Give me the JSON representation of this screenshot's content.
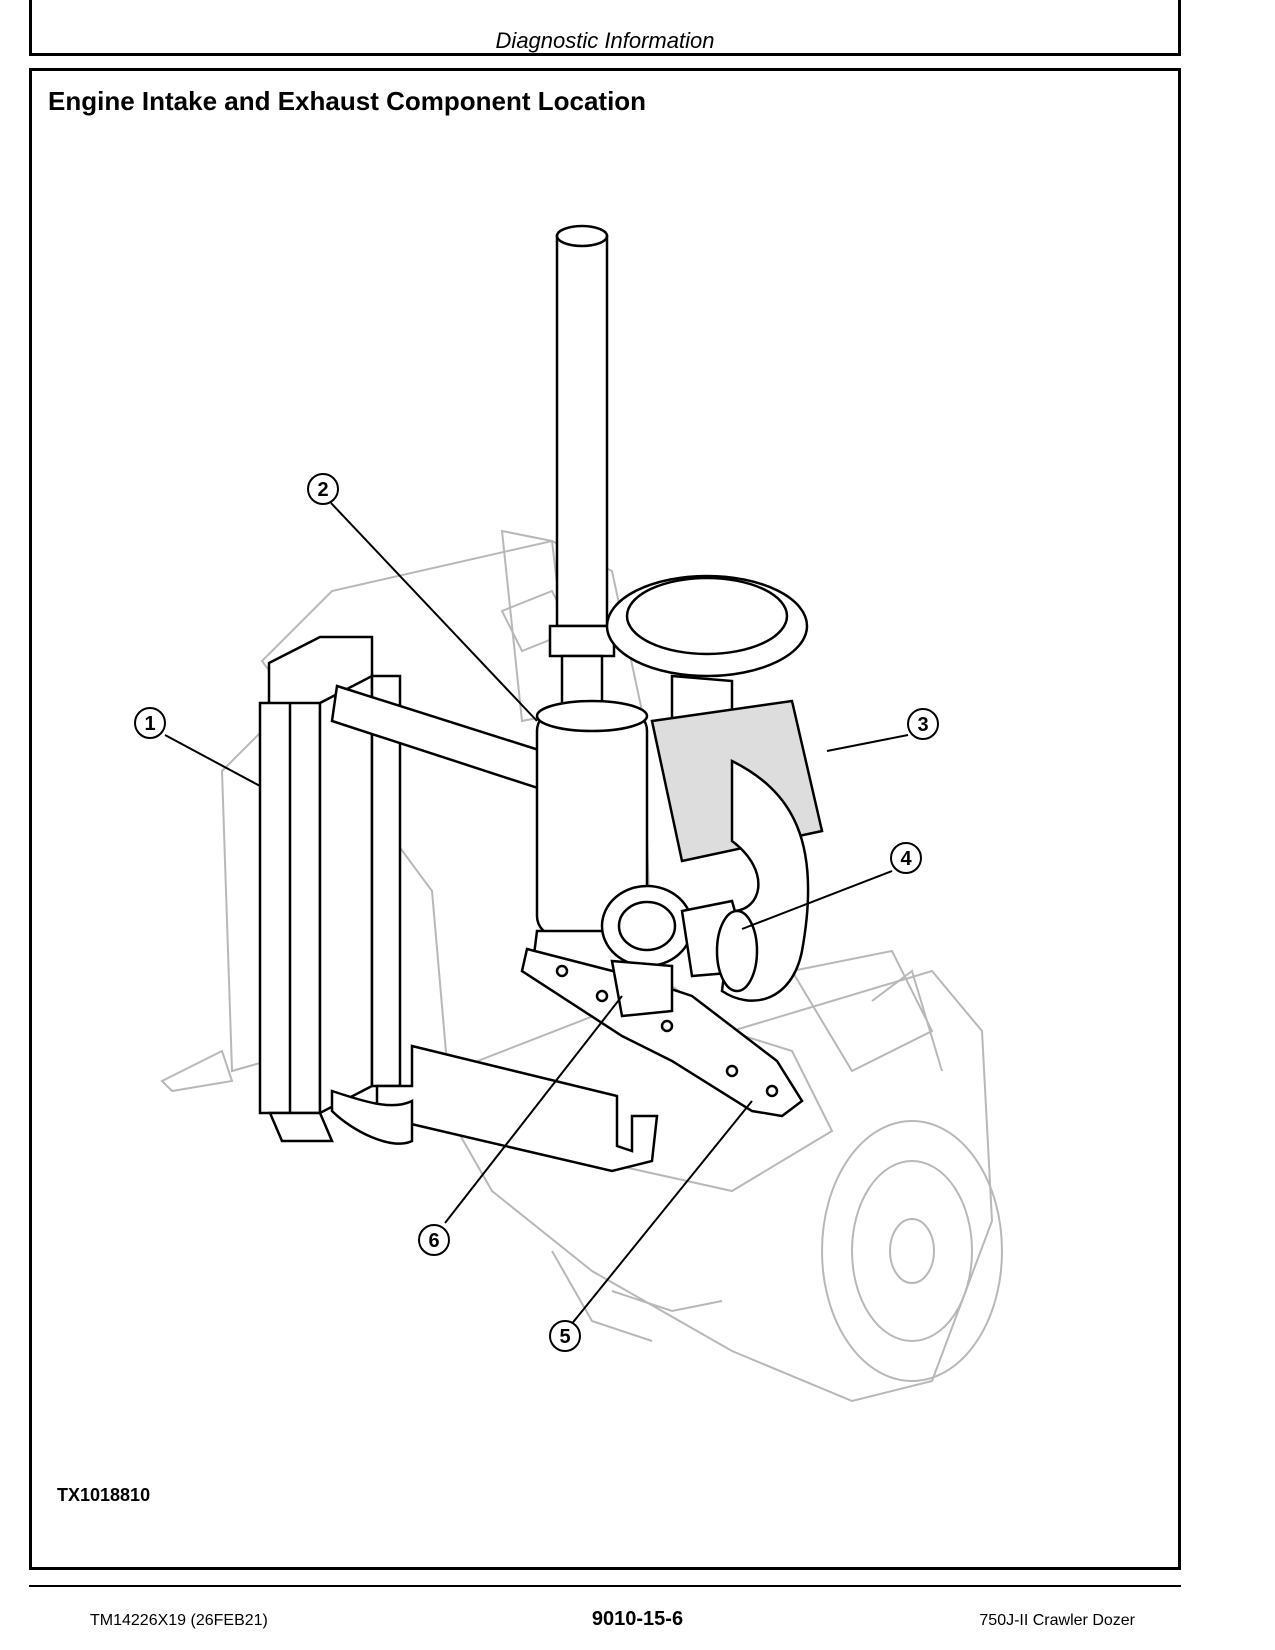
{
  "header": {
    "title": "Diagnostic Information"
  },
  "section": {
    "title": "Engine Intake and Exhaust Component Location"
  },
  "figure": {
    "id": "TX1018810",
    "callouts": [
      "1",
      "2",
      "3",
      "4",
      "5",
      "6"
    ]
  },
  "footer": {
    "left": "TM14226X19 (26FEB21)",
    "center": "9010-15-6",
    "right": "750J-II Crawler Dozer"
  }
}
